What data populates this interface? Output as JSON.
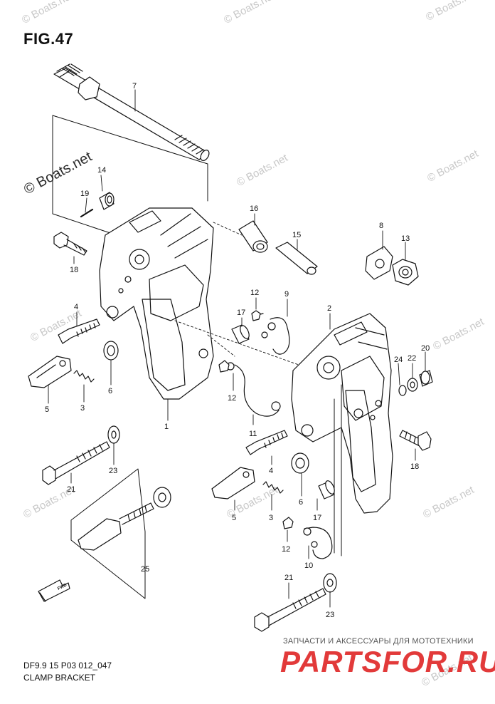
{
  "figure": {
    "title": "FIG.47",
    "code": "DF9.9 15 P03 012_047",
    "name": "CLAMP BRACKET"
  },
  "watermark": {
    "text": "© Boats.net"
  },
  "brand": {
    "subtitle": "ЗАПЧАСТИ И АКСЕССУАРЫ ДЛЯ МОТОТЕХНИКИ",
    "name": "PARTSFOR.RU"
  },
  "fwd_marker": {
    "label": "FWD"
  },
  "part_labels": [
    {
      "id": "label-7",
      "text": "7"
    },
    {
      "id": "label-14",
      "text": "14"
    },
    {
      "id": "label-19",
      "text": "19"
    },
    {
      "id": "label-18a",
      "text": "18"
    },
    {
      "id": "label-4a",
      "text": "4"
    },
    {
      "id": "label-6a",
      "text": "6"
    },
    {
      "id": "label-5a",
      "text": "5"
    },
    {
      "id": "label-3a",
      "text": "3"
    },
    {
      "id": "label-1",
      "text": "1"
    },
    {
      "id": "label-23a",
      "text": "23"
    },
    {
      "id": "label-21a",
      "text": "21"
    },
    {
      "id": "label-25",
      "text": "25"
    },
    {
      "id": "label-16",
      "text": "16"
    },
    {
      "id": "label-15",
      "text": "15"
    },
    {
      "id": "label-8",
      "text": "8"
    },
    {
      "id": "label-13",
      "text": "13"
    },
    {
      "id": "label-12a",
      "text": "12"
    },
    {
      "id": "label-9",
      "text": "9"
    },
    {
      "id": "label-17a",
      "text": "17"
    },
    {
      "id": "label-2",
      "text": "2"
    },
    {
      "id": "label-24",
      "text": "24"
    },
    {
      "id": "label-22",
      "text": "22"
    },
    {
      "id": "label-20",
      "text": "20"
    },
    {
      "id": "label-12b",
      "text": "12"
    },
    {
      "id": "label-11",
      "text": "11"
    },
    {
      "id": "label-18b",
      "text": "18"
    },
    {
      "id": "label-4b",
      "text": "4"
    },
    {
      "id": "label-6b",
      "text": "6"
    },
    {
      "id": "label-5b",
      "text": "5"
    },
    {
      "id": "label-3b",
      "text": "3"
    },
    {
      "id": "label-17b",
      "text": "17"
    },
    {
      "id": "label-12c",
      "text": "12"
    },
    {
      "id": "label-10",
      "text": "10"
    },
    {
      "id": "label-21b",
      "text": "21"
    },
    {
      "id": "label-23b",
      "text": "23"
    }
  ]
}
